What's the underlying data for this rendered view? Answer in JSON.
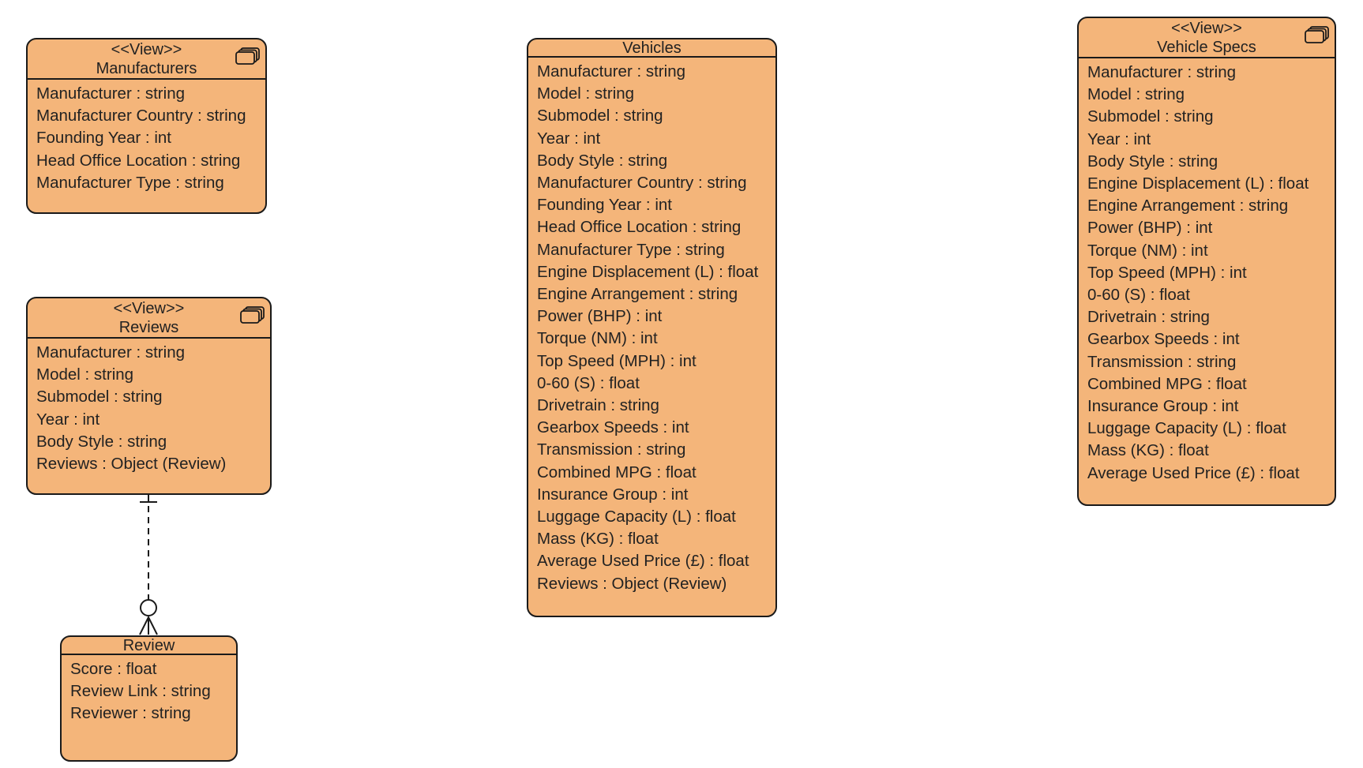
{
  "diagram": {
    "entities": {
      "manufacturers": {
        "stereotype": "<<View>>",
        "name": "Manufacturers",
        "icon": "stacked-cards-icon",
        "attributes": [
          "Manufacturer : string",
          "Manufacturer Country : string",
          "Founding Year : int",
          "Head Office Location : string",
          "Manufacturer Type : string"
        ]
      },
      "reviews": {
        "stereotype": "<<View>>",
        "name": "Reviews",
        "icon": "stacked-cards-icon",
        "attributes": [
          "Manufacturer : string",
          "Model : string",
          "Submodel : string",
          "Year : int",
          "Body Style : string",
          "Reviews : Object (Review)"
        ]
      },
      "review": {
        "name": "Review",
        "attributes": [
          "Score : float",
          "Review Link : string",
          "Reviewer : string"
        ]
      },
      "vehicles": {
        "name": "Vehicles",
        "attributes": [
          "Manufacturer : string",
          "Model : string",
          "Submodel : string",
          "Year : int",
          "Body Style : string",
          "Manufacturer Country : string",
          "Founding Year : int",
          "Head Office Location : string",
          "Manufacturer Type : string",
          "Engine Displacement (L) : float",
          "Engine Arrangement : string",
          "Power (BHP) : int",
          "Torque (NM) : int",
          "Top Speed (MPH) : int",
          "0-60 (S) : float",
          "Drivetrain : string",
          "Gearbox Speeds : int",
          "Transmission : string",
          "Combined MPG : float",
          "Insurance Group : int",
          "Luggage Capacity (L) : float",
          "Mass (KG) : float",
          "Average Used Price (£) : float",
          "Reviews : Object (Review)"
        ]
      },
      "vehicle_specs": {
        "stereotype": "<<View>>",
        "name": "Vehicle Specs",
        "icon": "stacked-cards-icon",
        "attributes": [
          "Manufacturer : string",
          "Model : string",
          "Submodel : string",
          "Year : int",
          "Body Style : string",
          "Engine Displacement (L) : float",
          "Engine Arrangement : string",
          "Power (BHP) : int",
          "Torque (NM) : int",
          "Top Speed (MPH) : int",
          "0-60 (S) : float",
          "Drivetrain : string",
          "Gearbox Speeds : int",
          "Transmission : string",
          "Combined MPG : float",
          "Insurance Group : int",
          "Luggage Capacity (L) : float",
          "Mass (KG) : float",
          "Average Used Price (£) : float"
        ]
      }
    },
    "relationships": [
      {
        "from": "Reviews",
        "to": "Review",
        "from_cardinality": "one",
        "to_cardinality": "zero-or-many",
        "line": "dashed"
      }
    ],
    "colors": {
      "entity_fill": "#f4b57a",
      "stroke": "#1a1a1a",
      "background": "#ffffff"
    }
  }
}
